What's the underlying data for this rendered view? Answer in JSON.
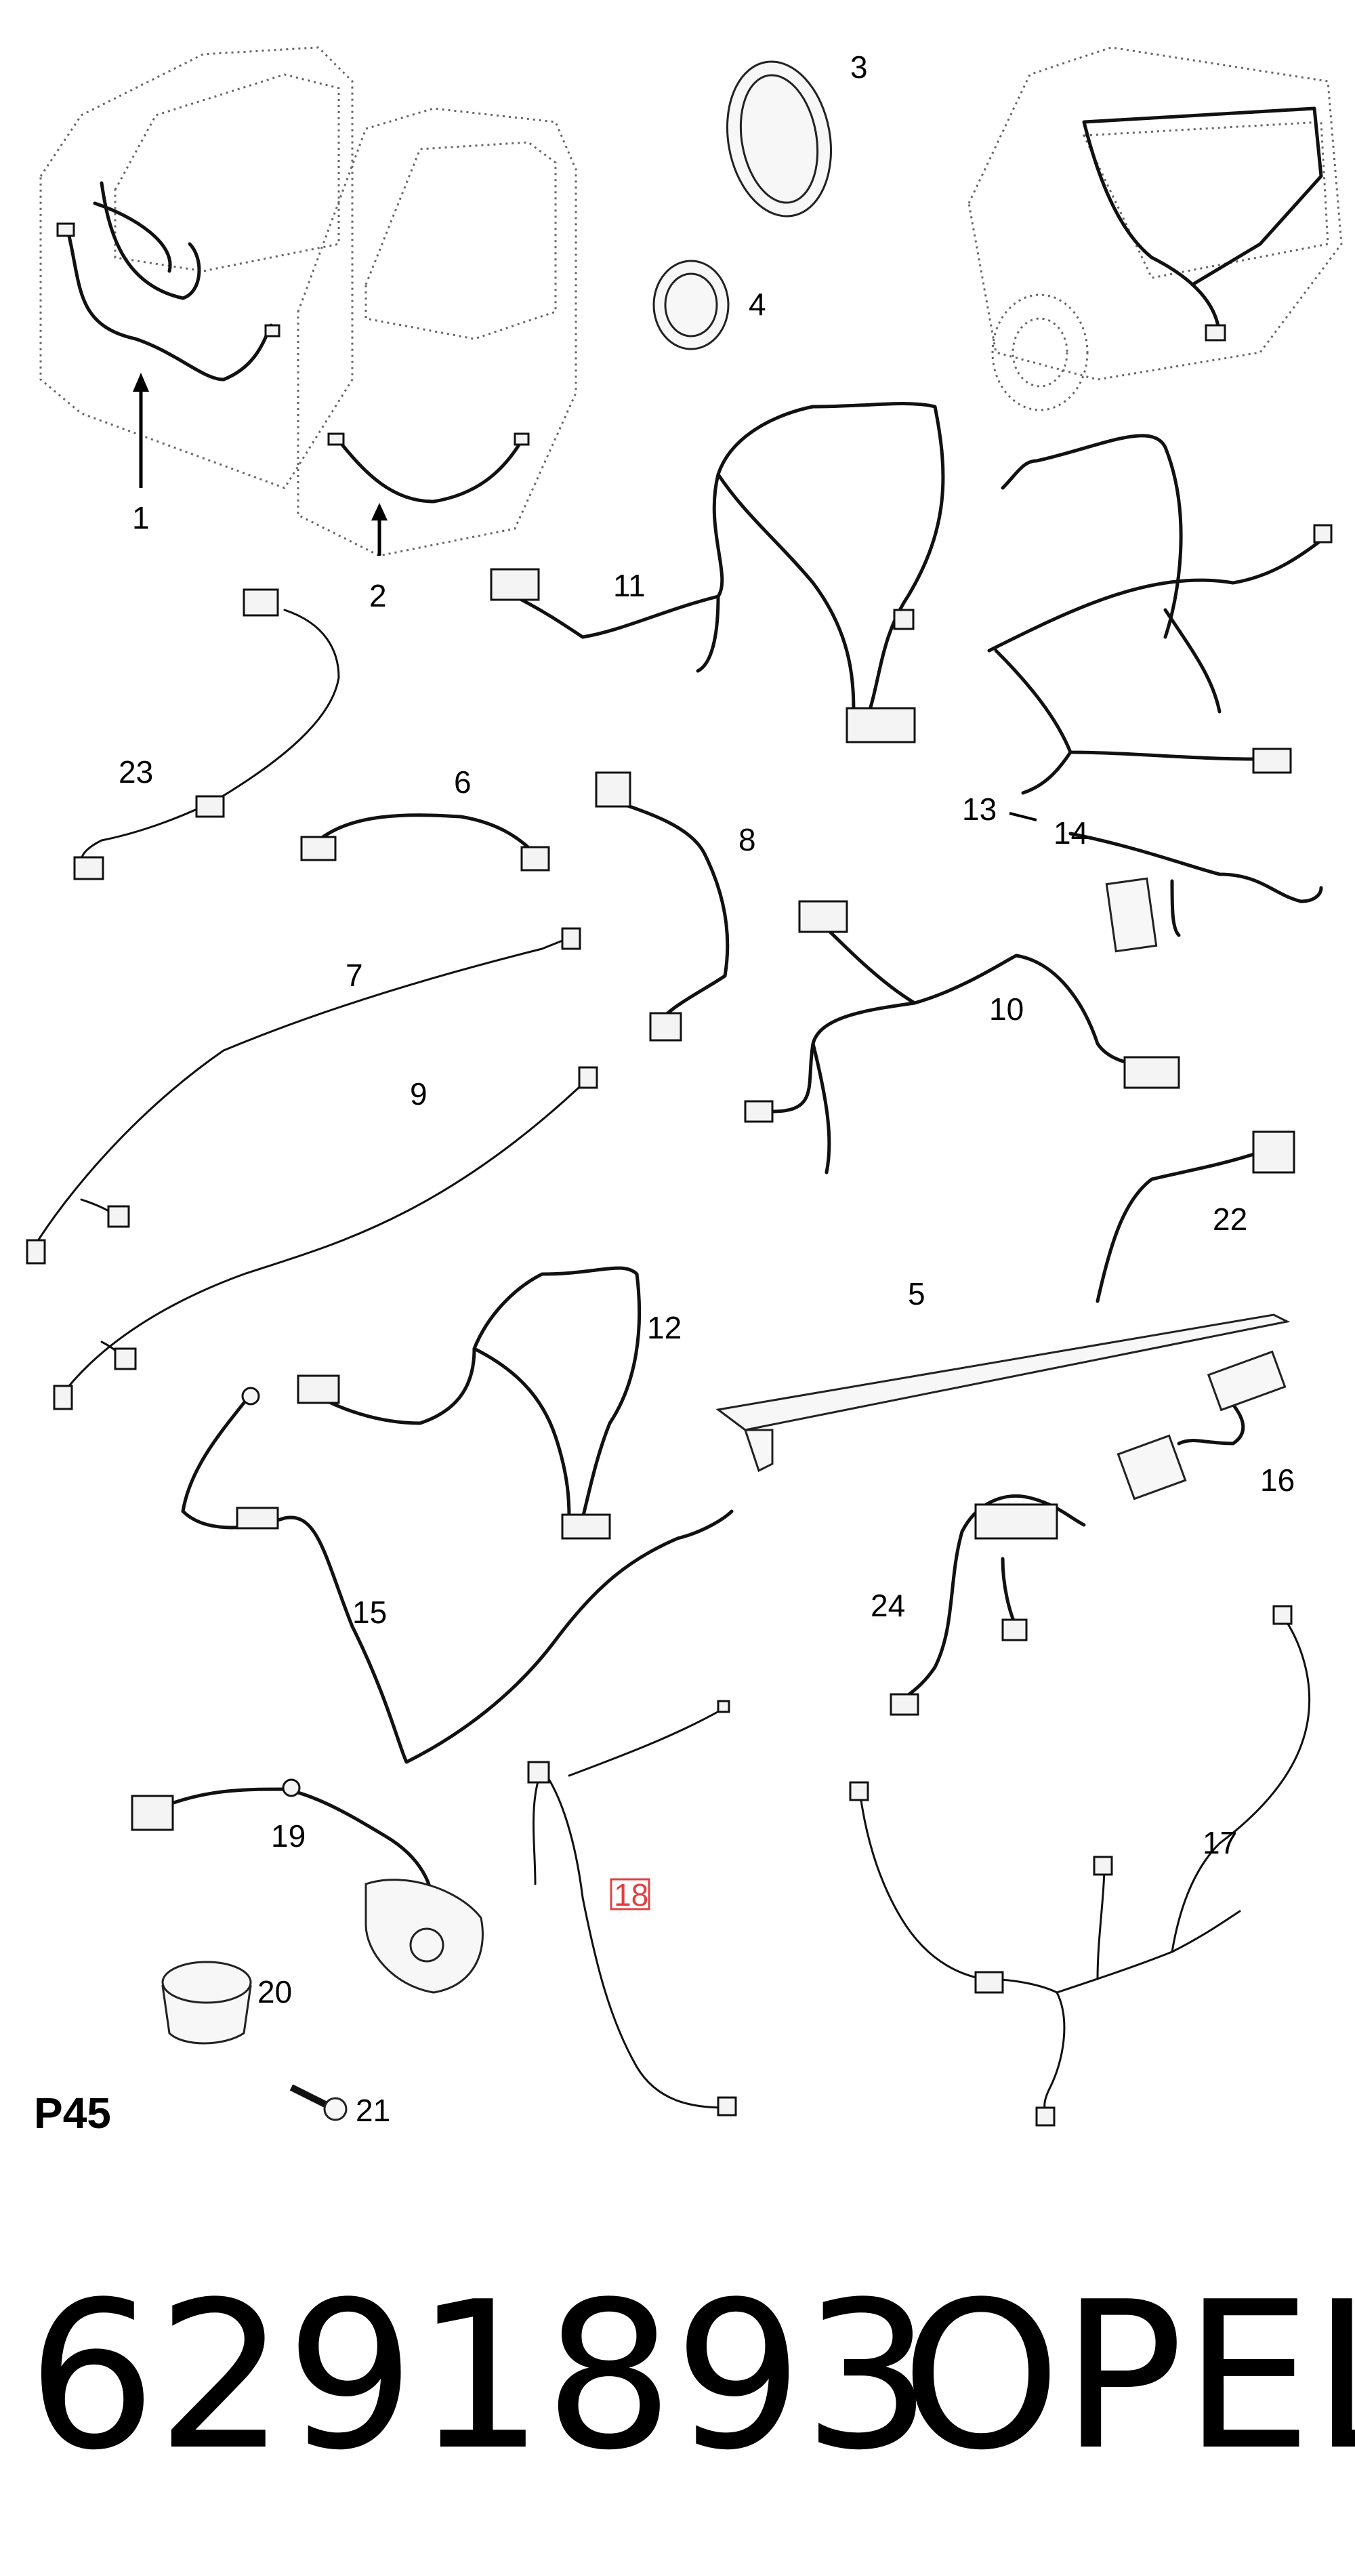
{
  "diagram": {
    "page_code": "P45",
    "callouts": [
      "1",
      "2",
      "3",
      "4",
      "5",
      "6",
      "7",
      "8",
      "9",
      "10",
      "11",
      "12",
      "13",
      "14",
      "15",
      "16",
      "17",
      "18",
      "19",
      "20",
      "21",
      "22",
      "23",
      "24"
    ],
    "highlighted_callout": "18"
  },
  "footer": {
    "part_number": "6291893",
    "brand": "OPEL"
  }
}
